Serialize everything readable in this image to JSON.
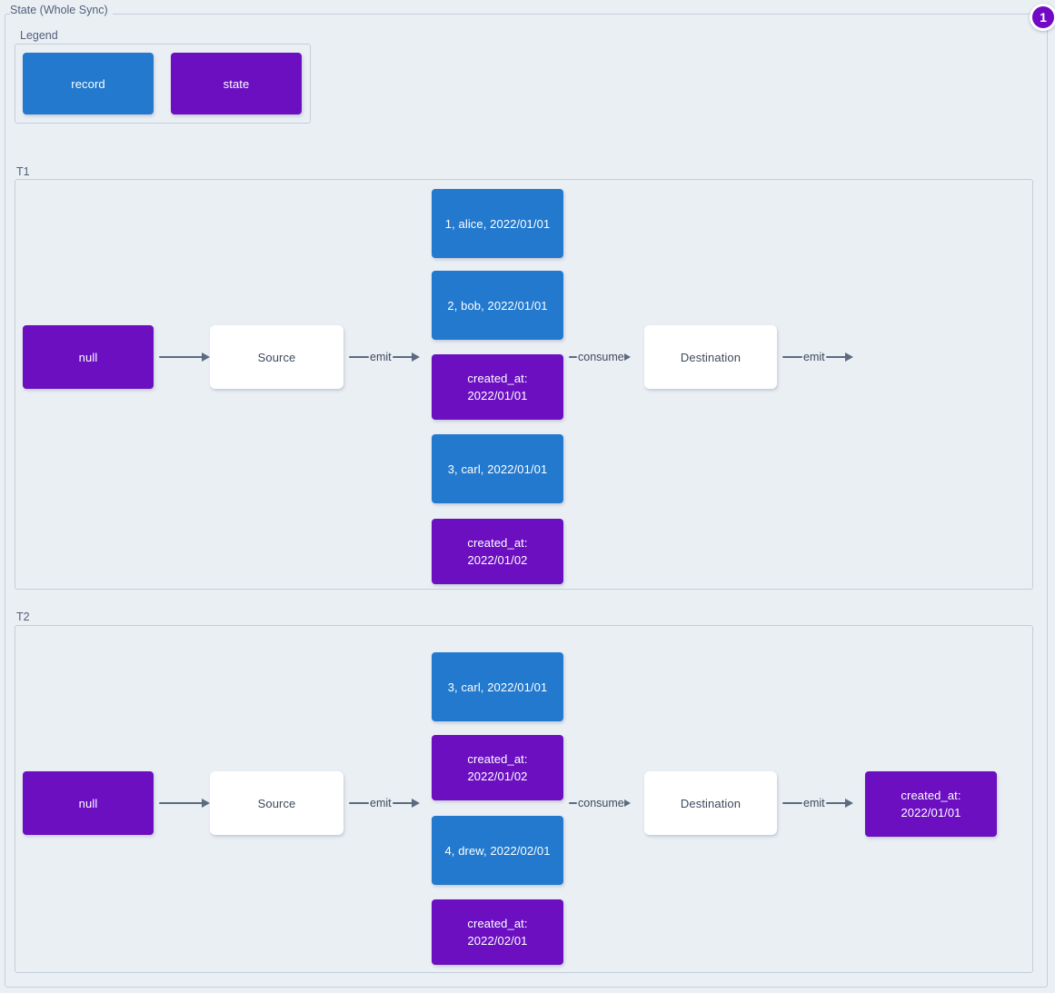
{
  "diagram": {
    "title": "State (Whole Sync)",
    "badge": "1",
    "colors": {
      "record": "#2279ce",
      "state": "#6b0fc1",
      "background": "#eaeff4",
      "border": "#c3ced9",
      "edge": "#5c6b80",
      "badge": "#7209c4"
    }
  },
  "legend": {
    "label": "Legend",
    "items": [
      {
        "label": "record",
        "kind": "record"
      },
      {
        "label": "state",
        "kind": "state"
      }
    ]
  },
  "sections": [
    {
      "label": "T1",
      "nodes": {
        "initial_state": "null",
        "source": "Source",
        "destination": "Destination",
        "final_state": ""
      },
      "emitted": [
        {
          "kind": "record",
          "line1": "1, alice, 2022/01/01",
          "line2": ""
        },
        {
          "kind": "record",
          "line1": "2, bob, 2022/01/01",
          "line2": ""
        },
        {
          "kind": "state",
          "line1": "created_at:",
          "line2": "2022/01/01"
        },
        {
          "kind": "record",
          "line1": "3, carl, 2022/01/01",
          "line2": ""
        },
        {
          "kind": "state",
          "line1": "created_at:",
          "line2": "2022/01/02"
        }
      ],
      "edges": {
        "state_to_source": "",
        "source_emit": "emit",
        "consume": "consume",
        "dest_emit": "emit"
      }
    },
    {
      "label": "T2",
      "nodes": {
        "initial_state": "null",
        "source": "Source",
        "destination": "Destination",
        "final_state_line1": "created_at:",
        "final_state_line2": "2022/01/01"
      },
      "emitted": [
        {
          "kind": "record",
          "line1": "3, carl, 2022/01/01",
          "line2": ""
        },
        {
          "kind": "state",
          "line1": "created_at:",
          "line2": "2022/01/02"
        },
        {
          "kind": "record",
          "line1": "4, drew, 2022/02/01",
          "line2": ""
        },
        {
          "kind": "state",
          "line1": "created_at:",
          "line2": "2022/02/01"
        }
      ],
      "edges": {
        "state_to_source": "",
        "source_emit": "emit",
        "consume": "consume",
        "dest_emit": "emit"
      }
    }
  ]
}
